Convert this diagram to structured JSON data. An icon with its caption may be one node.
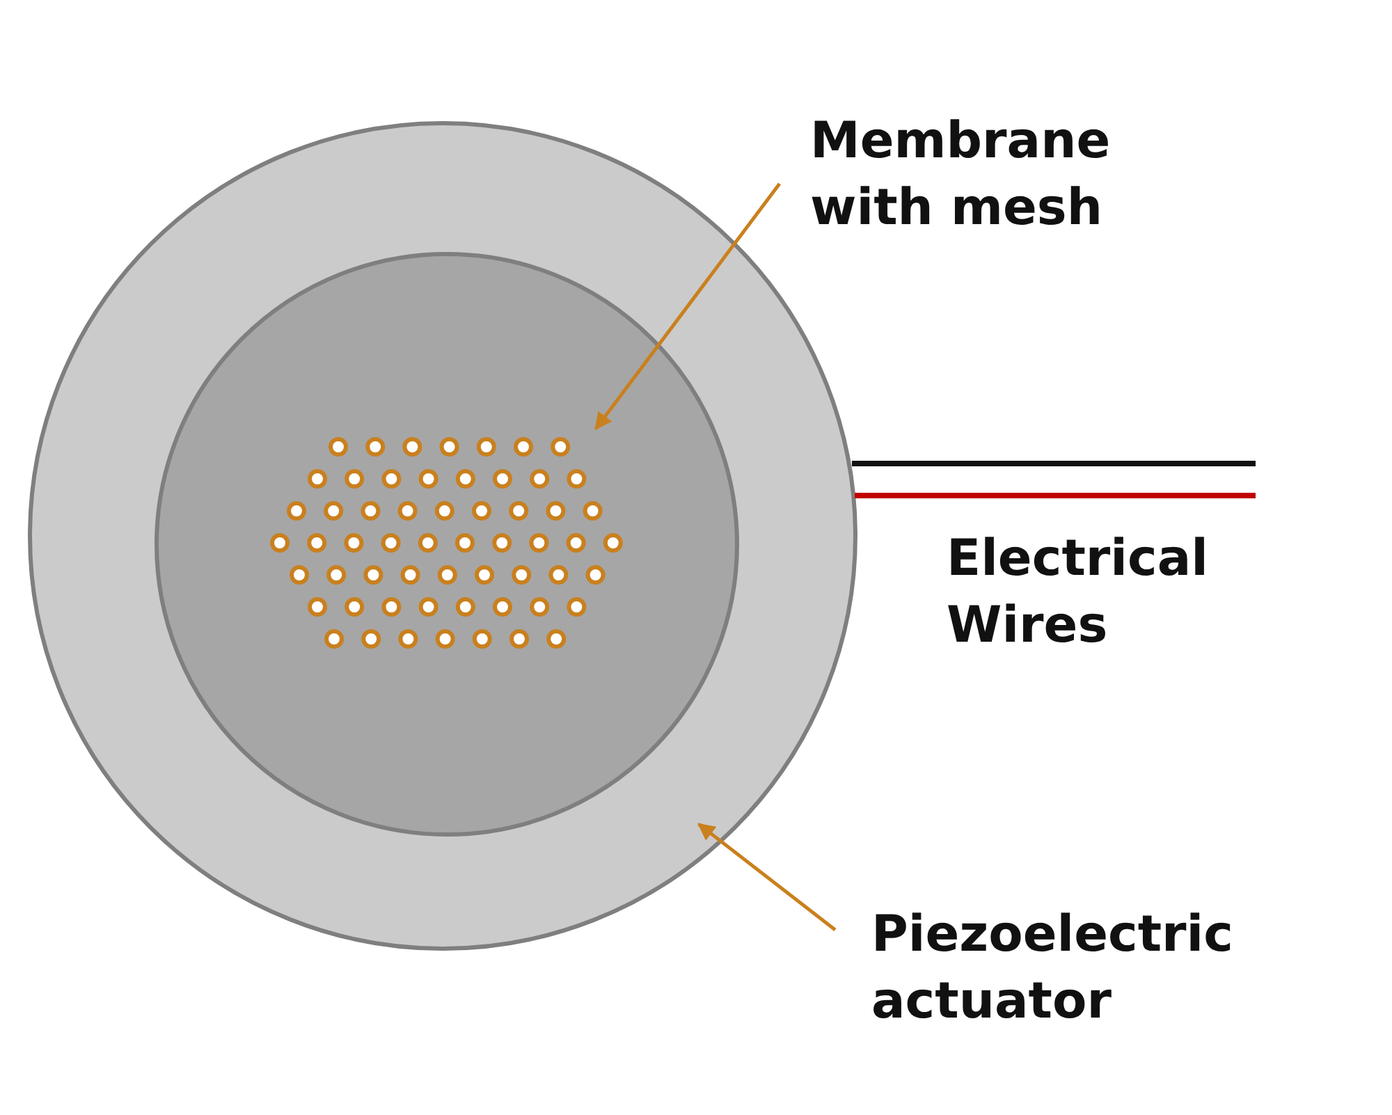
{
  "diagram": {
    "nodes": [
      {
        "text": [],
        "shape": "circle"
      },
      {
        "text": [],
        "shape": "circle",
        "in": 0
      },
      {
        "text": [
          "Membrane with mesh"
        ]
      },
      {
        "text": [
          "Piezoelectric actuator"
        ]
      }
    ],
    "edges": [
      {
        "from": 2,
        "to": 1,
        "arrow": "to"
      },
      {
        "from": 3,
        "to": 0,
        "arrow": "to"
      }
    ],
    "labels": [
      "Electrical Wires"
    ]
  }
}
